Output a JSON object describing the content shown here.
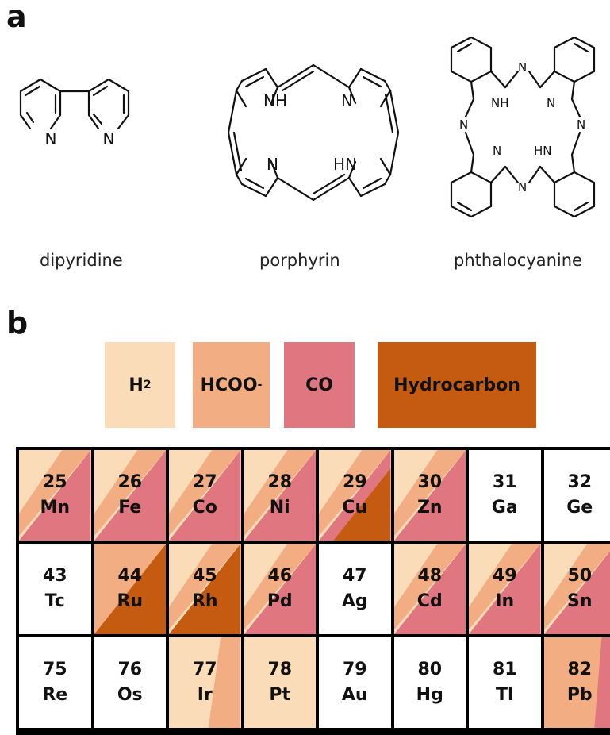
{
  "panel_a": {
    "label": "a",
    "molecules": [
      {
        "name": "dipyridine",
        "atoms": [
          "N",
          "N"
        ]
      },
      {
        "name": "porphyrin",
        "atoms": [
          "NH",
          "N",
          "N",
          "HN"
        ]
      },
      {
        "name": "phthalocyanine",
        "atoms": [
          "NH",
          "N",
          "N",
          "HN",
          "N",
          "N",
          "N",
          "N"
        ]
      }
    ]
  },
  "panel_b": {
    "label": "b",
    "legend": [
      {
        "key": "h2",
        "text": "H",
        "sub": "2",
        "sup": "",
        "color": "#FADCB8"
      },
      {
        "key": "hcooh",
        "text": "HCOO",
        "sub": "",
        "sup": "-",
        "color": "#F2AD83"
      },
      {
        "key": "co",
        "text": "CO",
        "sub": "",
        "sup": "",
        "color": "#E07780"
      },
      {
        "key": "hydrocarbon",
        "text": "Hydrocarbon",
        "sub": "",
        "sup": "",
        "color": "#C55A11"
      }
    ],
    "elements": [
      [
        {
          "number": "25",
          "symbol": "Mn",
          "products": [
            "h2",
            "hcooh",
            "co"
          ]
        },
        {
          "number": "26",
          "symbol": "Fe",
          "products": [
            "h2",
            "hcooh",
            "co"
          ]
        },
        {
          "number": "27",
          "symbol": "Co",
          "products": [
            "h2",
            "hcooh",
            "co"
          ]
        },
        {
          "number": "28",
          "symbol": "Ni",
          "products": [
            "h2",
            "hcooh",
            "co"
          ]
        },
        {
          "number": "29",
          "symbol": "Cu",
          "products": [
            "h2",
            "hcooh",
            "co",
            "hydrocarbon"
          ]
        },
        {
          "number": "30",
          "symbol": "Zn",
          "products": [
            "h2",
            "hcooh",
            "co"
          ]
        },
        {
          "number": "31",
          "symbol": "Ga",
          "products": []
        },
        {
          "number": "32",
          "symbol": "Ge",
          "products": []
        }
      ],
      [
        {
          "number": "43",
          "symbol": "Tc",
          "products": []
        },
        {
          "number": "44",
          "symbol": "Ru",
          "products": [
            "hcooh",
            "hydrocarbon"
          ]
        },
        {
          "number": "45",
          "symbol": "Rh",
          "products": [
            "h2",
            "hcooh",
            "hydrocarbon"
          ]
        },
        {
          "number": "46",
          "symbol": "Pd",
          "products": [
            "h2",
            "hcooh",
            "co"
          ]
        },
        {
          "number": "47",
          "symbol": "Ag",
          "products": []
        },
        {
          "number": "48",
          "symbol": "Cd",
          "products": [
            "h2",
            "hcooh",
            "co"
          ]
        },
        {
          "number": "49",
          "symbol": "In",
          "products": [
            "h2",
            "hcooh",
            "co"
          ]
        },
        {
          "number": "50",
          "symbol": "Sn",
          "products": [
            "h2",
            "hcooh",
            "co"
          ]
        }
      ],
      [
        {
          "number": "75",
          "symbol": "Re",
          "products": []
        },
        {
          "number": "76",
          "symbol": "Os",
          "products": []
        },
        {
          "number": "77",
          "symbol": "Ir",
          "products": [
            "h2",
            "hcooh"
          ]
        },
        {
          "number": "78",
          "symbol": "Pt",
          "products": [
            "h2"
          ]
        },
        {
          "number": "79",
          "symbol": "Au",
          "products": []
        },
        {
          "number": "80",
          "symbol": "Hg",
          "products": []
        },
        {
          "number": "81",
          "symbol": "Tl",
          "products": []
        },
        {
          "number": "82",
          "symbol": "Pb",
          "products": [
            "hcooh",
            "co"
          ]
        }
      ]
    ]
  }
}
